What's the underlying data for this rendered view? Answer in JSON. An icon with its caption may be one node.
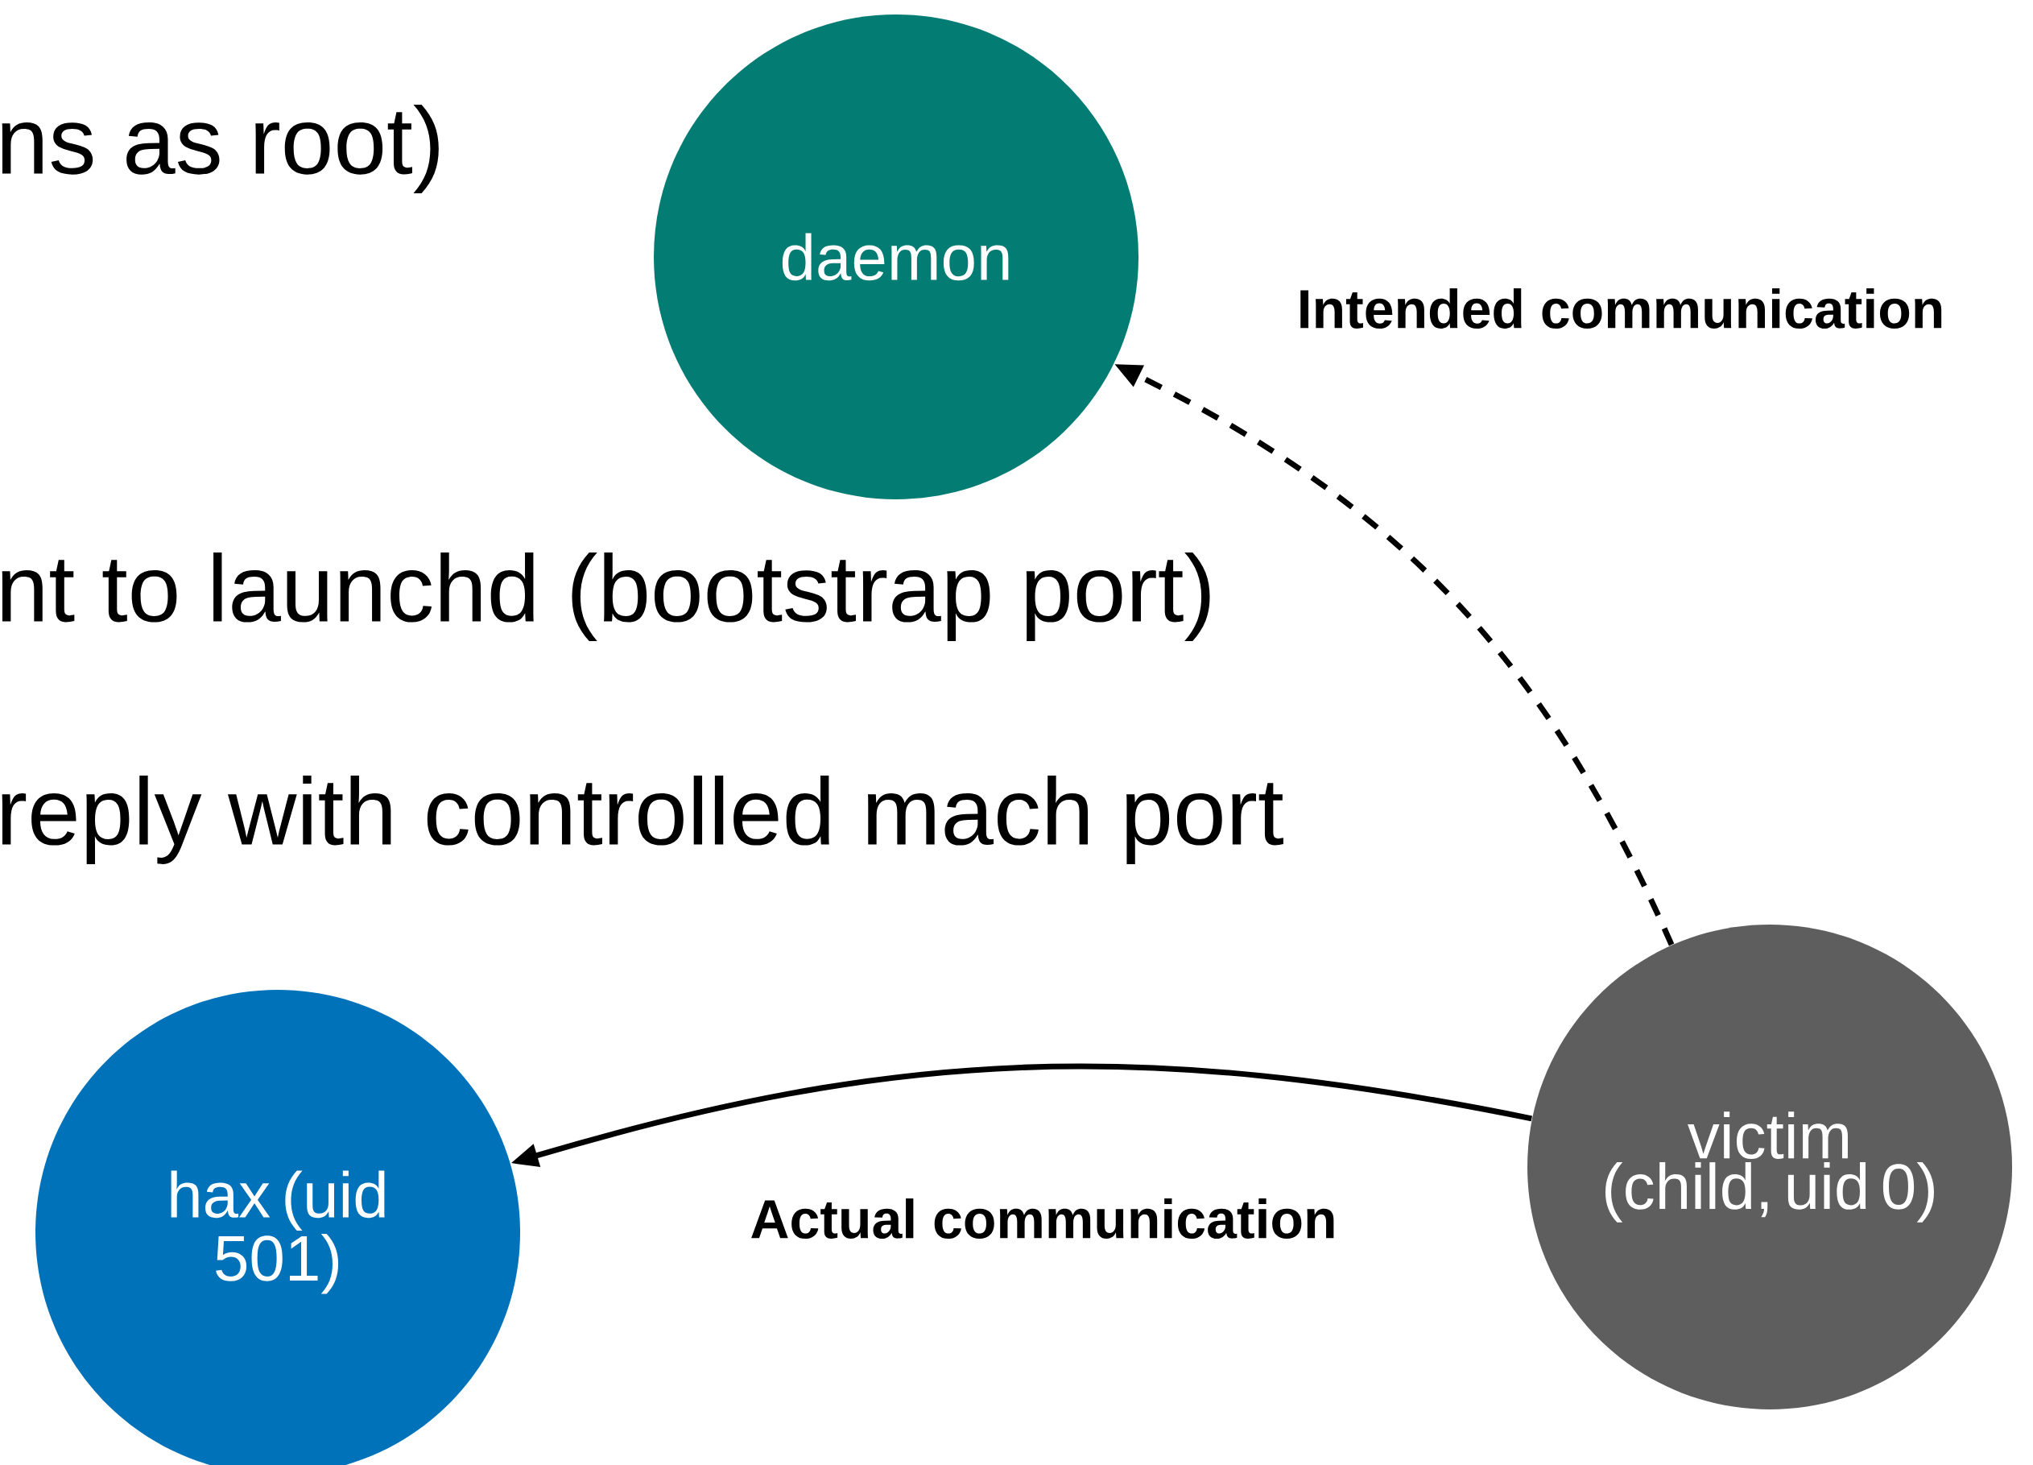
{
  "diagram": {
    "nodes": [
      {
        "text": [
          "daemon"
        ]
      },
      {
        "text": [
          "hax (uid 501)"
        ]
      },
      {
        "text": [
          "victim (child, uid 0)"
        ]
      }
    ],
    "edges": [
      {
        "from": 2,
        "to": 0,
        "arrow": "to",
        "label": "Intended communication",
        "style": "dashed"
      },
      {
        "from": 2,
        "to": 1,
        "arrow": "to",
        "label": "Actual communication"
      }
    ],
    "labels": [
      "ns as root)",
      "nt to launchd (bootstrap port)",
      "reply with controlled mach port"
    ]
  }
}
